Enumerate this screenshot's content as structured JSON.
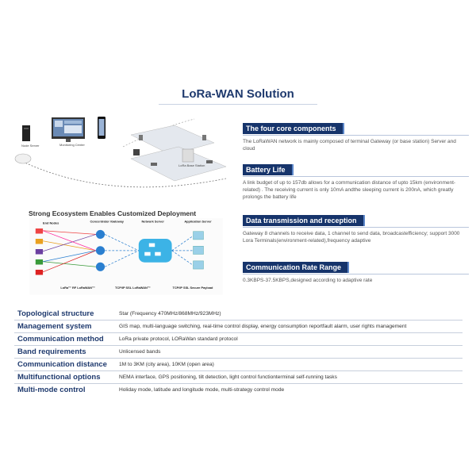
{
  "title": "LoRa-WAN Solution",
  "illustration": {
    "node_server": "Node Server",
    "monitoring_center": "Monitoring Center",
    "base_station": "LoRa Base Station"
  },
  "features": [
    {
      "heading": "The four core components",
      "text": "The LoRaWAN network is mainly composed of terminal Gateway (or base station) Server and cloud"
    },
    {
      "heading": "Battery Life",
      "text": "A link budget of up to 157db allows for a communication distance of upto 15km (environment-related) . The receiving current is only 10mA andthe sleeping current is 200nA, which greatly prolongs the battery life"
    },
    {
      "heading": "Data transmission and reception",
      "text": "Gateway 8 channels to receive data, 1 channel to send data, broadcastefficiency; support 3000 Lora Terminals(environment-related),frequency adaptive"
    },
    {
      "heading": "Communication Rate Range",
      "text": "0.3KBPS-37.5KBPS,designed according to adaptive rate"
    }
  ],
  "ecosystem": {
    "title": "Strong Ecosystem Enables Customized Deployment",
    "columns": [
      "End Nodes",
      "Concentrator /Gateway",
      "Network Server",
      "Application Server"
    ],
    "bottom_labels": [
      "LoRa™ RF LoRaWAN™",
      "TCP/IP SSL LoRaWAN™",
      "TCP/IP SSL Secure Payload"
    ]
  },
  "specs": [
    {
      "label": "Topological structure",
      "value": "Star (Frequency 470MHz/868MHz/923MHz)"
    },
    {
      "label": "Management system",
      "value": "GIS map, multi-language switching, real-time control display, energy consumption reportfault alarm, user rights management"
    },
    {
      "label": "Communication method",
      "value": "LoRa private protocol, LORaWan standard protocol"
    },
    {
      "label": "Band requirements",
      "value": "Unlicensed bands"
    },
    {
      "label": "Communication distance",
      "value": "1M to 3KM (city area), 10KM (open area)"
    },
    {
      "label": "Multifunctional options",
      "value": "NEMA interface, GPS positioning, tilt detection, light control functionterminal self-running tasks"
    },
    {
      "label": "Multi-mode control",
      "value": "Holiday mode, latitude and longitude mode, multi-strategy control mode"
    }
  ],
  "colors": {
    "accent": "#16346b",
    "label": "#1f3a6e"
  }
}
